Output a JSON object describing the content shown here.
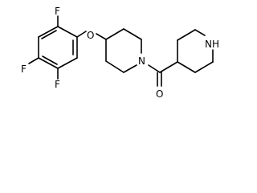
{
  "molecule": {
    "atoms": {
      "fluorine_top": "F",
      "fluorine_left": "F",
      "fluorine_bottom": "F",
      "ether_oxygen": "O",
      "piperidine_nitrogen": "N",
      "carbonyl_oxygen": "O",
      "amine_nh": "NH"
    }
  },
  "colors": {
    "bond": "#000000",
    "background": "#ffffff"
  }
}
